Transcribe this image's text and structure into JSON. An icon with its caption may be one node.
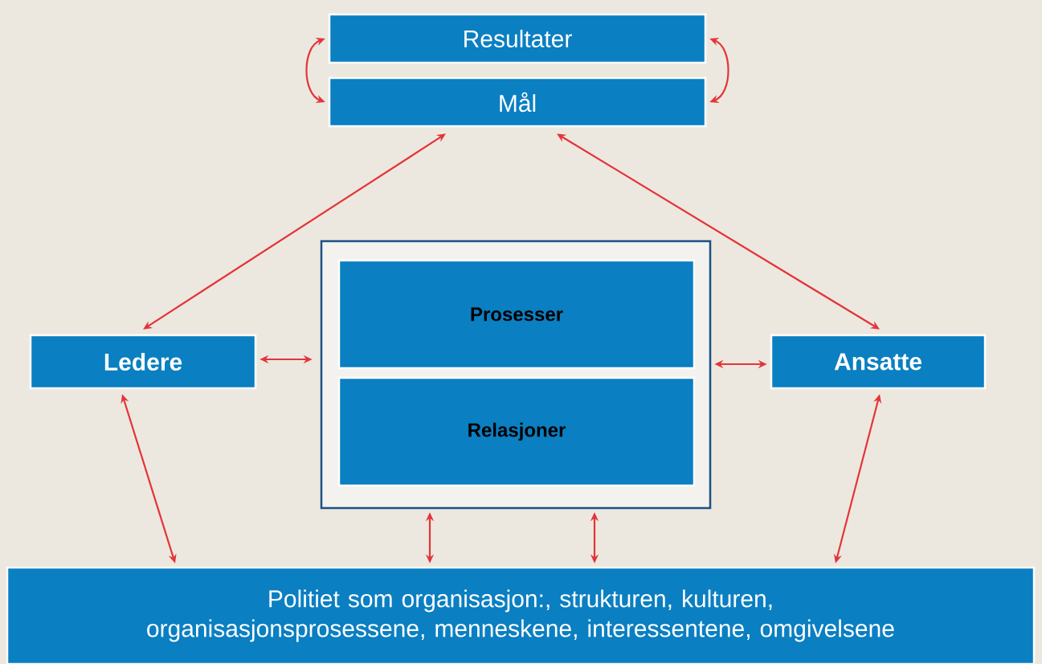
{
  "diagram": {
    "nodes": [
      {
        "text": [
          "Resultater"
        ]
      },
      {
        "text": [
          "Mål"
        ]
      },
      {
        "text": [],
        "shape": "box"
      },
      {
        "text": [
          "Prosesser"
        ],
        "in": 2
      },
      {
        "text": [
          "Relasjoner"
        ],
        "in": 2
      },
      {
        "text": [
          "Ledere"
        ]
      },
      {
        "text": [
          "Ansatte"
        ]
      },
      {
        "text": [
          "Politiet som organisasjon:, strukturen, kulturen, organisasjonsprosessene, menneskene, interessentene, omgivelsene"
        ]
      }
    ],
    "edges": [
      {
        "from": 0,
        "to": 1,
        "arrow": "both"
      },
      {
        "from": 0,
        "to": 1,
        "arrow": "both"
      },
      {
        "from": 1,
        "to": 5,
        "arrow": "both"
      },
      {
        "from": 1,
        "to": 6,
        "arrow": "both"
      },
      {
        "from": 5,
        "to": 2,
        "arrow": "both"
      },
      {
        "from": 6,
        "to": 2,
        "arrow": "both"
      },
      {
        "from": 5,
        "to": 7,
        "arrow": "both"
      },
      {
        "from": 6,
        "to": 7,
        "arrow": "both"
      },
      {
        "from": 2,
        "to": 7,
        "arrow": "both"
      },
      {
        "from": 2,
        "to": 7,
        "arrow": "both"
      }
    ]
  }
}
